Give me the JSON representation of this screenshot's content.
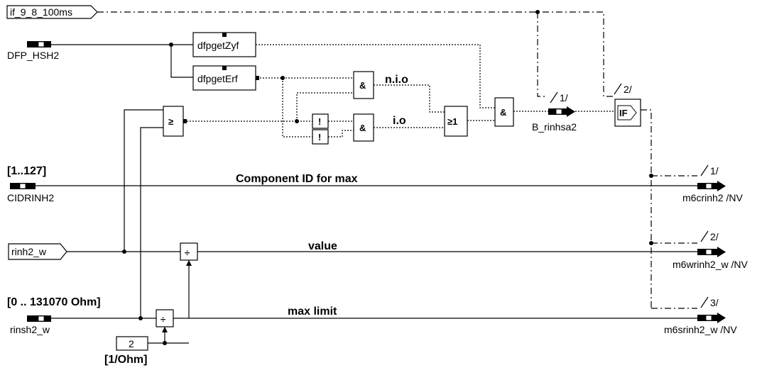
{
  "inputs": {
    "if_signal": "if_9_8_100ms",
    "dfp": "DFP_HSH2",
    "cid": "CIDRINH2",
    "cid_range": "[1..127]",
    "rinh": "rinh2_w",
    "rinsh": "rinsh2_w",
    "rinsh_range": "[0 .. 131070 Ohm]",
    "const_value": "2",
    "const_unit": "[1/Ohm]"
  },
  "blocks": {
    "getzyf": "dfpgetZyf",
    "geterf": "dfpgetErf",
    "ge": "≥",
    "not1": "!",
    "not2": "!",
    "and1": "&",
    "and2": "&",
    "or": "≥1",
    "and3": "&",
    "if_block": "IF",
    "div1": "÷",
    "div2": "÷"
  },
  "labels": {
    "nio": "n.i.o",
    "io": "i.o",
    "component": "Component ID for max",
    "value": "value",
    "maxlimit": "max limit",
    "branch1": "1/",
    "branch2": "2/",
    "out_branch1": "1/",
    "out_branch2": "2/",
    "out_branch3": "3/"
  },
  "outputs": {
    "b": "B_rinhsa2",
    "m6c": "m6crinh2 /NV",
    "m6w": "m6wrinh2_w /NV",
    "m6s": "m6srinh2_w /NV"
  }
}
